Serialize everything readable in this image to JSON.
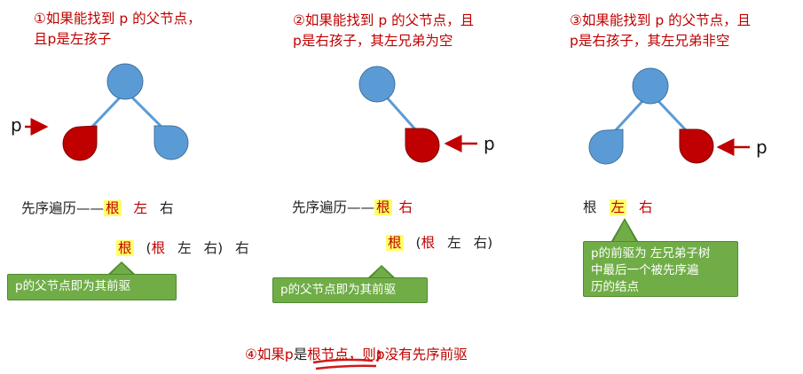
{
  "panels": [
    {
      "title_line1": "①如果能找到 p 的父节点，",
      "title_line2": "且p是左孩子",
      "pointer_label": "p",
      "order_prefix": "先序遍历——",
      "order_root": "根",
      "order_left": "左",
      "order_right": "右",
      "expanded_root": "根",
      "expanded_open": "(",
      "expanded_inner_root": "根",
      "expanded_inner_left": "左",
      "expanded_inner_right": "右)",
      "expanded_right": "右",
      "callout": "p的父节点即为其前驱"
    },
    {
      "title_line1": "②如果能找到 p 的父节点，且",
      "title_line2": "p是右孩子，其左兄弟为空",
      "pointer_label": "p",
      "order_prefix": "先序遍历——",
      "order_root": "根",
      "order_right": "右",
      "expanded_root": "根",
      "expanded_open": "(",
      "expanded_inner_root": "根",
      "expanded_inner_left": "左",
      "expanded_inner_right": "右)",
      "callout": "p的父节点即为其前驱"
    },
    {
      "title_line1": "③如果能找到 p 的父节点，且",
      "title_line2": "p是右孩子，其左兄弟非空",
      "pointer_label": "p",
      "order_root": "根",
      "order_left": "左",
      "order_right": "右",
      "callout_line1": "p的前驱为 左兄弟子树",
      "callout_line2": "中最后一个被先序遍",
      "callout_line3": "历的结点"
    }
  ],
  "bottom": {
    "prefix": "④如果",
    "p": "p",
    "mid": "是",
    "root_node": "根节点",
    "comma": "，",
    "rest": "则p没有先序前驱"
  },
  "colors": {
    "node_blue": "#5b9bd5",
    "node_red": "#c00000",
    "title_red": "#c00000",
    "callout_green": "#70ad47",
    "highlight_yellow": "#ffff66"
  }
}
